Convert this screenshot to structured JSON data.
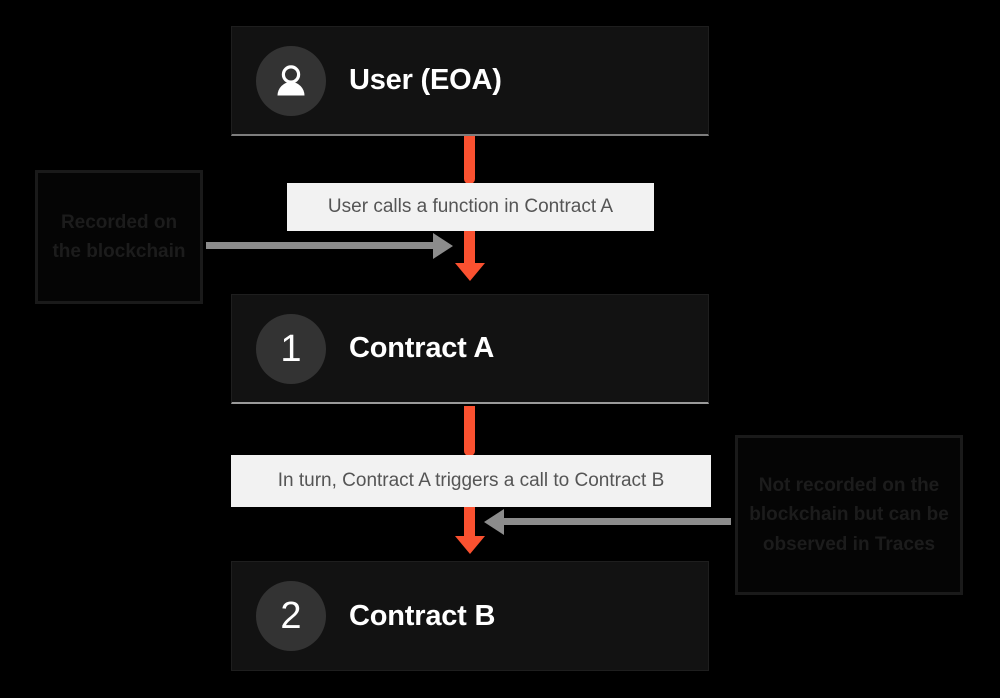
{
  "diagram": {
    "title": "Transaction call flow: User to Contract A to Contract B",
    "accent_color": "#fa5130",
    "card_background": "#121212",
    "page_background": "#000000",
    "label_background": "#f2f2f2",
    "label_text_color": "#555555",
    "badge_background": "#333333",
    "annotation_arrow_color": "#8c8c8c"
  },
  "nodes": [
    {
      "id": "user",
      "badge": "user-icon",
      "badge_text": "",
      "label": "User (EOA)"
    },
    {
      "id": "contract-a",
      "badge": "number",
      "badge_text": "1",
      "label": "Contract A"
    },
    {
      "id": "contract-b",
      "badge": "number",
      "badge_text": "2",
      "label": "Contract B"
    }
  ],
  "edges": [
    {
      "id": "edge-user-to-a",
      "from": "user",
      "to": "contract-a",
      "label": "User calls a function in Contract A",
      "color": "#fa5130"
    },
    {
      "id": "edge-a-to-b",
      "from": "contract-a",
      "to": "contract-b",
      "label": "In turn, Contract A triggers a call to Contract B",
      "color": "#fa5130"
    }
  ],
  "annotations": [
    {
      "id": "note-left",
      "text": "Recorded on the blockchain",
      "points_to": "edge-user-to-a",
      "arrow_direction": "right"
    },
    {
      "id": "note-right",
      "text": "Not recorded on the blockchain but can be observed in Traces",
      "points_to": "edge-a-to-b",
      "arrow_direction": "left"
    }
  ]
}
